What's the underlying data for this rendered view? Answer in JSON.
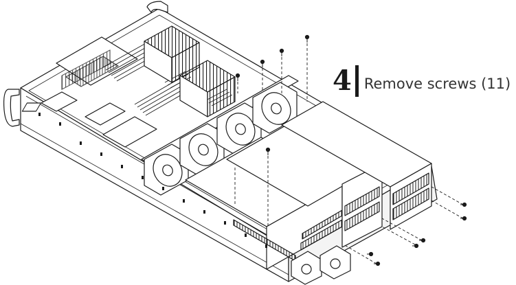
{
  "step": {
    "number": "4",
    "instruction": "Remove screws (11)"
  },
  "screw_count": 11,
  "colors": {
    "line": "#1a1a1a",
    "text": "#333333",
    "background": "#ffffff"
  },
  "icons": {
    "screw": "screw-icon",
    "fan": "fan-icon",
    "heatsink": "heatsink-icon",
    "handle": "handle-icon"
  }
}
